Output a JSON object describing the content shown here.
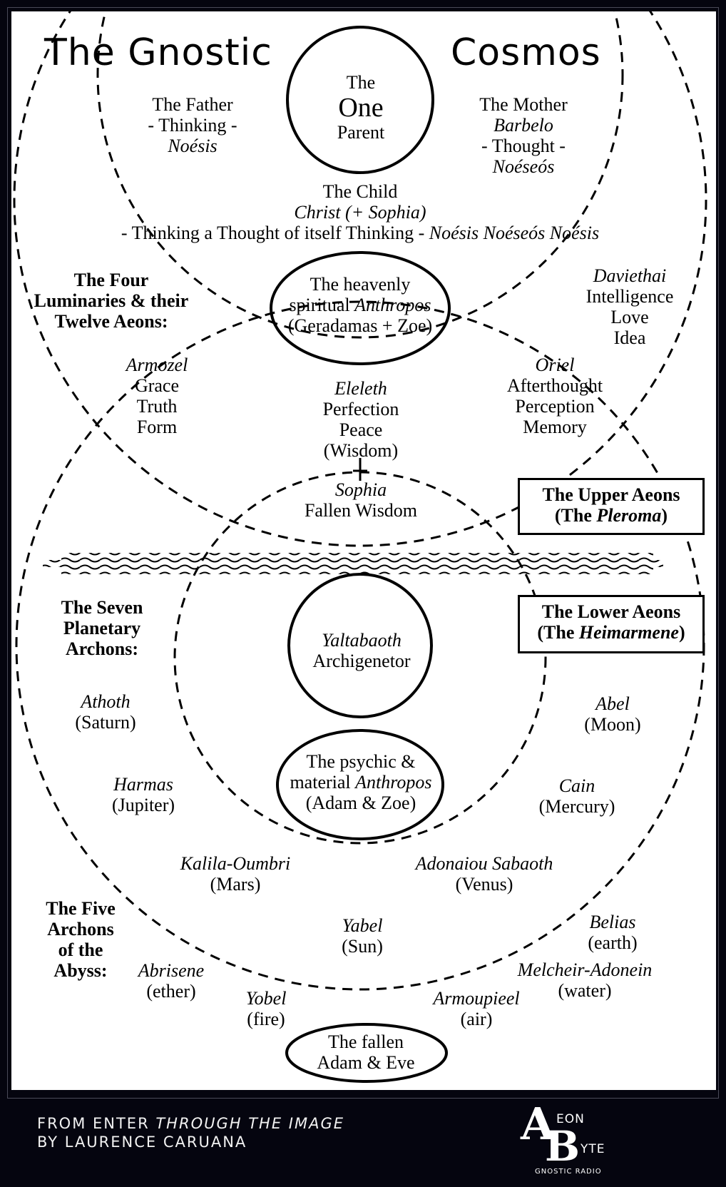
{
  "title": {
    "left": "The Gnostic",
    "right": "Cosmos"
  },
  "one": {
    "line1": "The",
    "line2": "One",
    "line3": "Parent"
  },
  "father": {
    "line1": "The Father",
    "line2": "- Thinking -",
    "line3": "Noésis"
  },
  "mother": {
    "line1": "The Mother",
    "line2": "Barbelo",
    "line3": "- Thought -",
    "line4": "Noéseós"
  },
  "child": {
    "line1": "The Child",
    "line2": "Christ (+ Sophia)",
    "line3_plain": "- Thinking a Thought of itself Thinking -",
    "line3_italic": "Noésis Noéseós Noésis"
  },
  "heavenly_anthropos": {
    "line1": "The heavenly",
    "line2_plain": "spiritual",
    "line2_italic": "Anthropos",
    "line3": "(Geradamas + Zoe)"
  },
  "luminaries_heading": {
    "line1": "The Four",
    "line2": "Luminaries & their",
    "line3": "Twelve Aeons:"
  },
  "luminaries": [
    {
      "name": "Armozel",
      "aeons": [
        "Grace",
        "Truth",
        "Form"
      ]
    },
    {
      "name": "Oriel",
      "aeons": [
        "Afterthought",
        "Perception",
        "Memory"
      ]
    },
    {
      "name": "Daviethai",
      "aeons": [
        "Intelligence",
        "Love",
        "Idea"
      ]
    },
    {
      "name": "Eleleth",
      "aeons": [
        "Perfection",
        "Peace",
        "(Wisdom)"
      ]
    }
  ],
  "sophia": {
    "line1": "Sophia",
    "line2": "Fallen Wisdom"
  },
  "upper_aeons_box": {
    "line1": "The Upper Aeons",
    "line2_plain": "(The",
    "line2_italic": "Pleroma",
    "line2_end": ")"
  },
  "lower_aeons_box": {
    "line1": "The Lower Aeons",
    "line2_plain": "(The",
    "line2_italic": "Heimarmene",
    "line2_end": ")"
  },
  "seven_heading": {
    "line1": "The Seven",
    "line2": "Planetary",
    "line3": "Archons:"
  },
  "yaltabaoth": {
    "line1": "Yaltabaoth",
    "line2": "Archigenetor"
  },
  "psychic_anthropos": {
    "line1": "The psychic &",
    "line2_plain": "material",
    "line2_italic": "Anthropos",
    "line3": "(Adam & Zoe)"
  },
  "planetary_archons": [
    {
      "name": "Athoth",
      "planet": "(Saturn)"
    },
    {
      "name": "Harmas",
      "planet": "(Jupiter)"
    },
    {
      "name": "Kalila-Oumbri",
      "planet": "(Mars)"
    },
    {
      "name": "Yabel",
      "planet": "(Sun)"
    },
    {
      "name": "Adonaiou Sabaoth",
      "planet": "(Venus)"
    },
    {
      "name": "Cain",
      "planet": "(Mercury)"
    },
    {
      "name": "Abel",
      "planet": "(Moon)"
    }
  ],
  "five_heading": {
    "line1": "The Five",
    "line2": "Archons",
    "line3": "of the",
    "line4": "Abyss:"
  },
  "abyss_archons": [
    {
      "name": "Abrisene",
      "element": "(ether)"
    },
    {
      "name": "Yobel",
      "element": "(fire)"
    },
    {
      "name": "Armoupieel",
      "element": "(air)"
    },
    {
      "name": "Melcheir-Adonein",
      "element": "(water)"
    },
    {
      "name": "Belias",
      "element": "(earth)"
    }
  ],
  "fallen": {
    "line1": "The fallen",
    "line2": "Adam & Eve"
  },
  "footer": {
    "credit_line1_plain": "FROM ENTER",
    "credit_line1_italic": "THROUGH THE IMAGE",
    "credit_line2": "BY LAURENCE CARUANA",
    "logo": {
      "big_a": "A",
      "eon": "EON",
      "big_b": "B",
      "yte": "YTE",
      "tagline": "GNOSTIC RADIO"
    }
  },
  "colors": {
    "background": "#05050f",
    "panel": "#ffffff",
    "ink": "#000000",
    "footer_text": "#f2f2f2"
  }
}
